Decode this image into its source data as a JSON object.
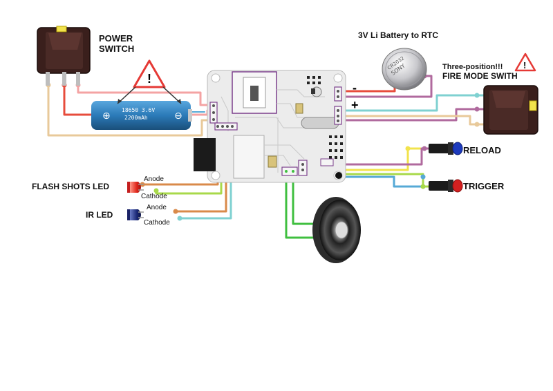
{
  "labels": {
    "power_switch_line1": "POWER",
    "power_switch_line2": "SWITCH",
    "battery_rtc": "3V Li Battery to RTC",
    "three_position": "Three-position!!!",
    "fire_mode": "FIRE MODE SWITH",
    "minus_sign": "-",
    "plus_sign": "+",
    "reload": "RELOAD",
    "trigger": "TRIGGER",
    "flash_led": "FLASH SHOTS LED",
    "ir_led": "IR LED",
    "flash_anode": "Anode",
    "flash_cathode": "Cathode",
    "ir_anode": "Anode",
    "ir_cathode": "Cathode",
    "warning_glyph_1": "!",
    "warning_glyph_2": "!",
    "battery_print_1": "18650 3.6V",
    "battery_print_2": "2200mAh",
    "coin_cell_brand": "SONY",
    "coin_cell_model": "CR2032"
  },
  "colors": {
    "pink_wire": "#f4a3a3",
    "red_wire": "#e74c3c",
    "tan_wire": "#e8c99a",
    "blue_wire": "#56a9d6",
    "cyan_wire": "#7fd1d1",
    "purple_wire": "#b06a9e",
    "yellow_wire": "#f2e34c",
    "lime_wire": "#a8d94a",
    "orange_wire": "#d98a4a",
    "green_wire": "#3fbf3f",
    "pcb": "#ececec",
    "battery": "#2b7ab8",
    "switch_body": "#3a1f1c"
  }
}
